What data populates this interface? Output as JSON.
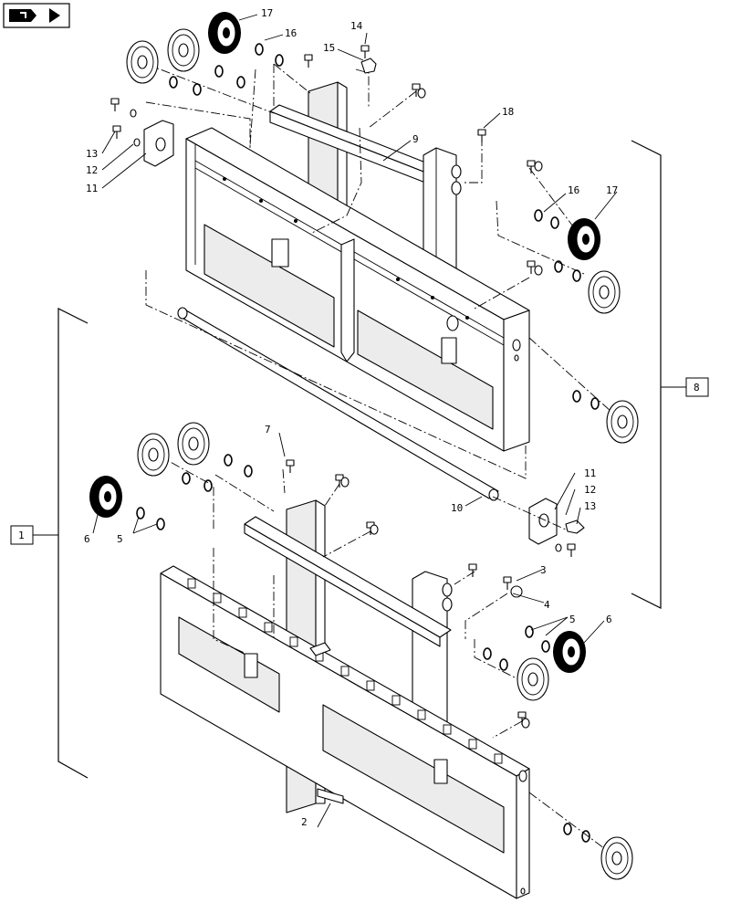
{
  "nav_icon": {
    "name": "navigation-arrow-icon"
  },
  "assembly_refs": {
    "lower": "1",
    "upper": "8"
  },
  "callouts": {
    "c17a": "17",
    "c16a": "16",
    "c14": "14",
    "c15": "15",
    "c13a": "13",
    "c12a": "12",
    "c11a": "11",
    "c9": "9",
    "c18": "18",
    "c16b": "16",
    "c17b": "17",
    "c7": "7",
    "c10": "10",
    "c11b": "11",
    "c12b": "12",
    "c13b": "13",
    "c6a": "6",
    "c5a": "5",
    "c3": "3",
    "c4": "4",
    "c5b": "5",
    "c6b": "6",
    "c2": "2"
  }
}
